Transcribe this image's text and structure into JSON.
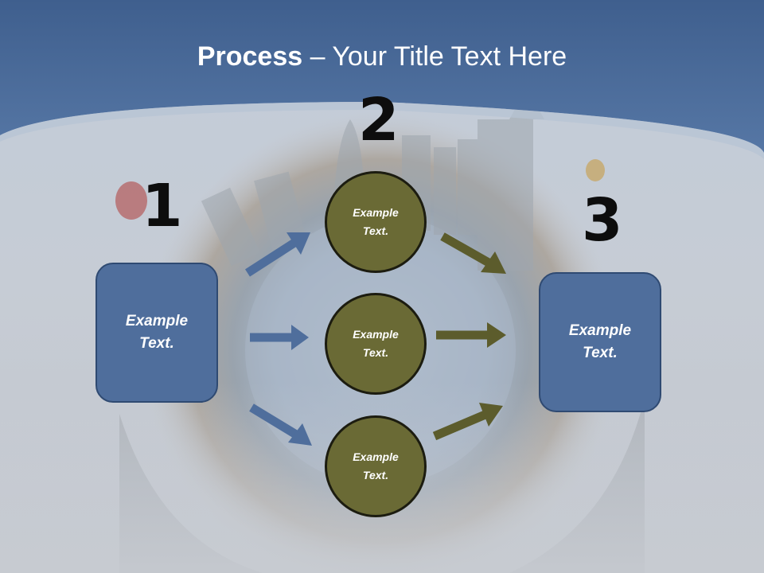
{
  "title": {
    "bold": "Process",
    "rest": " – Your Title Text Here"
  },
  "steps": [
    {
      "number": "1",
      "text": "Example\nText."
    },
    {
      "number": "2",
      "text": "Example\nText."
    },
    {
      "number": "3",
      "text": "Example\nText."
    }
  ],
  "circles": [
    {
      "text": "Example\nText."
    },
    {
      "text": "Example\nText."
    },
    {
      "text": "Example\nText."
    }
  ],
  "colors": {
    "header": "#4a6d9c",
    "box": "#4f6e9c",
    "circle": "#6a6a35",
    "arrow_blue": "#4f6e9c",
    "arrow_olive": "#5c5c2c"
  }
}
